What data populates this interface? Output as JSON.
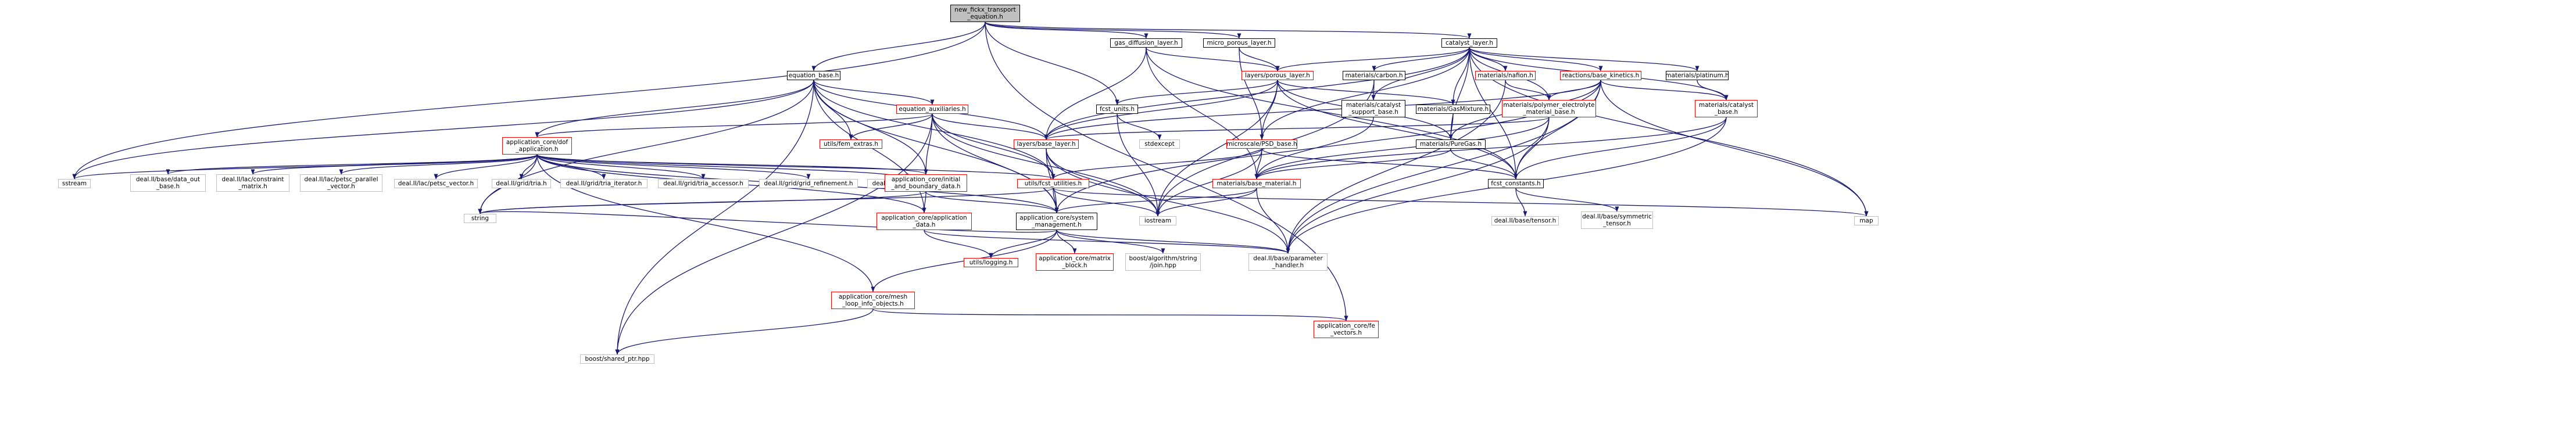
{
  "colors": {
    "edge": "#191970",
    "linked_border": "#000000",
    "documented_border": "#ff0000",
    "external_border": "#bfbfbf",
    "root_fill": "#bfbfbf"
  },
  "nodes": [
    {
      "id": "root",
      "label": "new_fickx_transport\n_equation.h",
      "kind": "root"
    },
    {
      "id": "gas_diffusion_layer",
      "label": "gas_diffusion_layer.h",
      "kind": "black"
    },
    {
      "id": "micro_porous_layer",
      "label": "micro_porous_layer.h",
      "kind": "black"
    },
    {
      "id": "catalyst_layer",
      "label": "catalyst_layer.h",
      "kind": "black"
    },
    {
      "id": "equation_base",
      "label": "equation_base.h",
      "kind": "black"
    },
    {
      "id": "layers_porous_layer",
      "label": "layers/porous_layer.h",
      "kind": "red"
    },
    {
      "id": "materials_carbon",
      "label": "materials/carbon.h",
      "kind": "black"
    },
    {
      "id": "materials_nafion",
      "label": "materials/nafion.h",
      "kind": "red"
    },
    {
      "id": "reactions_base_kinetics",
      "label": "reactions/base_kinetics.h",
      "kind": "red"
    },
    {
      "id": "materials_platinum",
      "label": "materials/platinum.h",
      "kind": "black"
    },
    {
      "id": "equation_auxiliaries",
      "label": "equation_auxiliaries.h",
      "kind": "red"
    },
    {
      "id": "fcst_units",
      "label": "fcst_units.h",
      "kind": "black"
    },
    {
      "id": "materials_catalyst_support_base",
      "label": "materials/catalyst\n_support_base.h",
      "kind": "black"
    },
    {
      "id": "materials_gasmixture",
      "label": "materials/GasMixture.h",
      "kind": "black"
    },
    {
      "id": "materials_polymer_electrolyte",
      "label": "materials/polymer_electrolyte\n_material_base.h",
      "kind": "red"
    },
    {
      "id": "materials_catalyst_base",
      "label": "materials/catalyst\n_base.h",
      "kind": "red"
    },
    {
      "id": "application_core_dof_application",
      "label": "application_core/dof\n_application.h",
      "kind": "red"
    },
    {
      "id": "utils_fem_extras",
      "label": "utils/fem_extras.h",
      "kind": "red"
    },
    {
      "id": "layers_base_layer",
      "label": "layers/base_layer.h",
      "kind": "red"
    },
    {
      "id": "stdexcept",
      "label": "stdexcept",
      "kind": "gray"
    },
    {
      "id": "microscale_psd_base",
      "label": "microscale/PSD_base.h",
      "kind": "red"
    },
    {
      "id": "materials_puregas",
      "label": "materials/PureGas.h",
      "kind": "black"
    },
    {
      "id": "sstream",
      "label": "sstream",
      "kind": "gray"
    },
    {
      "id": "deal_base_data_out_base",
      "label": "deal.II/base/data_out\n_base.h",
      "kind": "gray"
    },
    {
      "id": "deal_lac_constraint_matrix",
      "label": "deal.II/lac/constraint\n_matrix.h",
      "kind": "gray"
    },
    {
      "id": "deal_lac_petsc_parallel_vector",
      "label": "deal.II/lac/petsc_parallel\n_vector.h",
      "kind": "gray"
    },
    {
      "id": "deal_lac_petsc_vector",
      "label": "deal.II/lac/petsc_vector.h",
      "kind": "gray"
    },
    {
      "id": "deal_grid_tria",
      "label": "deal.II/grid/tria.h",
      "kind": "gray"
    },
    {
      "id": "deal_grid_tria_iterator",
      "label": "deal.II/grid/tria_iterator.h",
      "kind": "gray"
    },
    {
      "id": "deal_grid_tria_accessor",
      "label": "deal.II/grid/tria_accessor.h",
      "kind": "gray"
    },
    {
      "id": "deal_grid_grid_refinement",
      "label": "deal.II/grid/grid_refinement.h",
      "kind": "gray"
    },
    {
      "id": "deal_grid_grid_tools",
      "label": "deal.II/grid/grid_tools.h",
      "kind": "gray"
    },
    {
      "id": "application_core_initial_and_boundary_data",
      "label": "application_core/initial\n_and_boundary_data.h",
      "kind": "red"
    },
    {
      "id": "utils_fcst_utilities",
      "label": "utils/fcst_utilities.h",
      "kind": "red"
    },
    {
      "id": "materials_base_material",
      "label": "materials/base_material.h",
      "kind": "red"
    },
    {
      "id": "fcst_constants",
      "label": "fcst_constants.h",
      "kind": "black"
    },
    {
      "id": "string",
      "label": "string",
      "kind": "gray"
    },
    {
      "id": "application_core_application_data",
      "label": "application_core/application\n_data.h",
      "kind": "red"
    },
    {
      "id": "application_core_system_management",
      "label": "application_core/system\n_management.h",
      "kind": "black"
    },
    {
      "id": "iostream",
      "label": "iostream",
      "kind": "gray"
    },
    {
      "id": "deal_base_tensor",
      "label": "deal.II/base/tensor.h",
      "kind": "gray"
    },
    {
      "id": "deal_base_symmetric_tensor",
      "label": "deal.II/base/symmetric\n_tensor.h",
      "kind": "gray"
    },
    {
      "id": "map",
      "label": "map",
      "kind": "gray"
    },
    {
      "id": "utils_logging",
      "label": "utils/logging.h",
      "kind": "red"
    },
    {
      "id": "application_core_matrix_block",
      "label": "application_core/matrix\n_block.h",
      "kind": "red"
    },
    {
      "id": "boost_algorithm_string_join",
      "label": "boost/algorithm/string\n/join.hpp",
      "kind": "gray"
    },
    {
      "id": "deal_base_parameter_handler",
      "label": "deal.II/base/parameter\n_handler.h",
      "kind": "gray"
    },
    {
      "id": "application_core_mesh_loop_info_objects",
      "label": "application_core/mesh\n_loop_info_objects.h",
      "kind": "red"
    },
    {
      "id": "application_core_fe_vectors",
      "label": "application_core/fe\n_vectors.h",
      "kind": "red"
    },
    {
      "id": "boost_shared_ptr",
      "label": "boost/shared_ptr.hpp",
      "kind": "gray"
    }
  ],
  "edges": [
    [
      "root",
      "gas_diffusion_layer"
    ],
    [
      "root",
      "micro_porous_layer"
    ],
    [
      "root",
      "catalyst_layer"
    ],
    [
      "root",
      "equation_base"
    ],
    [
      "root",
      "fcst_units"
    ],
    [
      "root",
      "sstream"
    ],
    [
      "root",
      "application_core_fe_vectors"
    ],
    [
      "gas_diffusion_layer",
      "layers_porous_layer"
    ],
    [
      "gas_diffusion_layer",
      "layers_base_layer"
    ],
    [
      "gas_diffusion_layer",
      "materials_base_material"
    ],
    [
      "gas_diffusion_layer",
      "fcst_constants"
    ],
    [
      "micro_porous_layer",
      "layers_porous_layer"
    ],
    [
      "micro_porous_layer",
      "microscale_psd_base"
    ],
    [
      "catalyst_layer",
      "layers_porous_layer"
    ],
    [
      "catalyst_layer",
      "materials_carbon"
    ],
    [
      "catalyst_layer",
      "materials_nafion"
    ],
    [
      "catalyst_layer",
      "reactions_base_kinetics"
    ],
    [
      "catalyst_layer",
      "materials_platinum"
    ],
    [
      "catalyst_layer",
      "materials_catalyst_support_base"
    ],
    [
      "catalyst_layer",
      "materials_gasmixture"
    ],
    [
      "catalyst_layer",
      "materials_polymer_electrolyte"
    ],
    [
      "catalyst_layer",
      "materials_catalyst_base"
    ],
    [
      "catalyst_layer",
      "microscale_psd_base"
    ],
    [
      "catalyst_layer",
      "materials_puregas"
    ],
    [
      "catalyst_layer",
      "fcst_constants"
    ],
    [
      "catalyst_layer",
      "map"
    ],
    [
      "catalyst_layer",
      "layers_base_layer"
    ],
    [
      "equation_base",
      "equation_auxiliaries"
    ],
    [
      "equation_base",
      "application_core_dof_application"
    ],
    [
      "equation_base",
      "utils_fem_extras"
    ],
    [
      "equation_base",
      "layers_base_layer"
    ],
    [
      "equation_base",
      "utils_fcst_utilities"
    ],
    [
      "equation_base",
      "application_core_initial_and_boundary_data"
    ],
    [
      "equation_base",
      "application_core_application_data"
    ],
    [
      "equation_base",
      "string"
    ],
    [
      "equation_base",
      "boost_shared_ptr"
    ],
    [
      "equation_base",
      "application_core_system_management"
    ],
    [
      "equation_base",
      "sstream"
    ],
    [
      "layers_porous_layer",
      "fcst_units"
    ],
    [
      "layers_porous_layer",
      "layers_base_layer"
    ],
    [
      "layers_porous_layer",
      "materials_gasmixture"
    ],
    [
      "layers_porous_layer",
      "microscale_psd_base"
    ],
    [
      "layers_porous_layer",
      "materials_puregas"
    ],
    [
      "layers_porous_layer",
      "fcst_constants"
    ],
    [
      "layers_porous_layer",
      "iostream"
    ],
    [
      "materials_carbon",
      "materials_catalyst_support_base"
    ],
    [
      "materials_carbon",
      "iostream"
    ],
    [
      "materials_nafion",
      "materials_polymer_electrolyte"
    ],
    [
      "materials_nafion",
      "deal_base_parameter_handler"
    ],
    [
      "reactions_base_kinetics",
      "materials_polymer_electrolyte"
    ],
    [
      "reactions_base_kinetics",
      "materials_catalyst_base"
    ],
    [
      "reactions_base_kinetics",
      "layers_base_layer"
    ],
    [
      "reactions_base_kinetics",
      "fcst_constants"
    ],
    [
      "reactions_base_kinetics",
      "map"
    ],
    [
      "reactions_base_kinetics",
      "application_core_system_management"
    ],
    [
      "reactions_base_kinetics",
      "materials_puregas"
    ],
    [
      "reactions_base_kinetics",
      "deal_base_parameter_handler"
    ],
    [
      "materials_platinum",
      "materials_catalyst_base"
    ],
    [
      "equation_auxiliaries",
      "application_core_dof_application"
    ],
    [
      "equation_auxiliaries",
      "utils_fem_extras"
    ],
    [
      "equation_auxiliaries",
      "layers_base_layer"
    ],
    [
      "equation_auxiliaries",
      "utils_fcst_utilities"
    ],
    [
      "equation_auxiliaries",
      "application_core_initial_and_boundary_data"
    ],
    [
      "equation_auxiliaries",
      "application_core_system_management"
    ],
    [
      "equation_auxiliaries",
      "boost_shared_ptr"
    ],
    [
      "equation_auxiliaries",
      "iostream"
    ],
    [
      "fcst_units",
      "stdexcept"
    ],
    [
      "fcst_units",
      "iostream"
    ],
    [
      "materials_catalyst_support_base",
      "materials_base_material"
    ],
    [
      "materials_gasmixture",
      "materials_puregas"
    ],
    [
      "materials_polymer_electrolyte",
      "materials_base_material"
    ],
    [
      "materials_polymer_electrolyte",
      "fcst_constants"
    ],
    [
      "materials_polymer_electrolyte",
      "deal_base_parameter_handler"
    ],
    [
      "materials_polymer_electrolyte",
      "layers_base_layer"
    ],
    [
      "materials_catalyst_base",
      "materials_base_material"
    ],
    [
      "materials_catalyst_base",
      "fcst_constants"
    ],
    [
      "materials_catalyst_base",
      "deal_base_parameter_handler"
    ],
    [
      "application_core_dof_application",
      "sstream"
    ],
    [
      "application_core_dof_application",
      "deal_base_data_out_base"
    ],
    [
      "application_core_dof_application",
      "deal_lac_constraint_matrix"
    ],
    [
      "application_core_dof_application",
      "deal_lac_petsc_parallel_vector"
    ],
    [
      "application_core_dof_application",
      "deal_lac_petsc_vector"
    ],
    [
      "application_core_dof_application",
      "deal_grid_tria"
    ],
    [
      "application_core_dof_application",
      "deal_grid_tria_iterator"
    ],
    [
      "application_core_dof_application",
      "deal_grid_tria_accessor"
    ],
    [
      "application_core_dof_application",
      "deal_grid_grid_refinement"
    ],
    [
      "application_core_dof_application",
      "deal_grid_grid_tools"
    ],
    [
      "application_core_dof_application",
      "application_core_initial_and_boundary_data"
    ],
    [
      "application_core_dof_application",
      "utils_fcst_utilities"
    ],
    [
      "application_core_dof_application",
      "application_core_application_data"
    ],
    [
      "application_core_dof_application",
      "application_core_system_management"
    ],
    [
      "application_core_dof_application",
      "application_core_mesh_loop_info_objects"
    ],
    [
      "application_core_dof_application",
      "string"
    ],
    [
      "layers_base_layer",
      "utils_fcst_utilities"
    ],
    [
      "layers_base_layer",
      "application_core_system_management"
    ],
    [
      "layers_base_layer",
      "iostream"
    ],
    [
      "layers_base_layer",
      "deal_base_parameter_handler"
    ],
    [
      "microscale_psd_base",
      "materials_base_material"
    ],
    [
      "microscale_psd_base",
      "utils_fcst_utilities"
    ],
    [
      "microscale_psd_base",
      "iostream"
    ],
    [
      "microscale_psd_base",
      "fcst_constants"
    ],
    [
      "materials_puregas",
      "materials_base_material"
    ],
    [
      "materials_puregas",
      "fcst_constants"
    ],
    [
      "application_core_initial_and_boundary_data",
      "application_core_application_data"
    ],
    [
      "application_core_initial_and_boundary_data",
      "application_core_system_management"
    ],
    [
      "application_core_initial_and_boundary_data",
      "string"
    ],
    [
      "utils_fcst_utilities",
      "string"
    ],
    [
      "utils_fcst_utilities",
      "iostream"
    ],
    [
      "utils_fcst_utilities",
      "map"
    ],
    [
      "utils_fcst_utilities",
      "application_core_system_management"
    ],
    [
      "materials_base_material",
      "application_core_system_management"
    ],
    [
      "materials_base_material",
      "iostream"
    ],
    [
      "materials_base_material",
      "deal_base_parameter_handler"
    ],
    [
      "fcst_constants",
      "deal_base_tensor"
    ],
    [
      "fcst_constants",
      "deal_base_symmetric_tensor"
    ],
    [
      "application_core_application_data",
      "utils_logging"
    ],
    [
      "application_core_application_data",
      "deal_base_parameter_handler"
    ],
    [
      "application_core_system_management",
      "utils_logging"
    ],
    [
      "application_core_system_management",
      "application_core_matrix_block"
    ],
    [
      "application_core_system_management",
      "boost_algorithm_string_join"
    ],
    [
      "application_core_system_management",
      "deal_base_parameter_handler"
    ],
    [
      "application_core_system_management",
      "application_core_mesh_loop_info_objects"
    ],
    [
      "application_core_system_management",
      "string"
    ],
    [
      "application_core_mesh_loop_info_objects",
      "application_core_fe_vectors"
    ],
    [
      "application_core_mesh_loop_info_objects",
      "boost_shared_ptr"
    ]
  ]
}
